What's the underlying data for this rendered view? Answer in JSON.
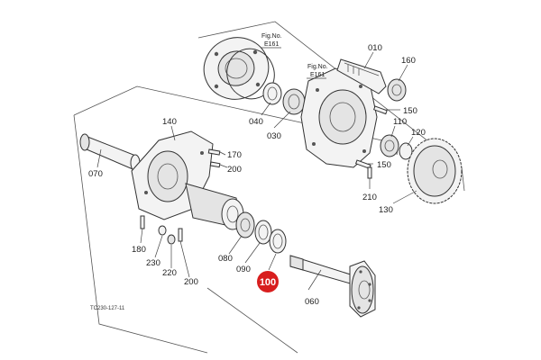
{
  "diagram": {
    "fig_refs": [
      {
        "line1": "Fig.No.",
        "line2": "E161"
      },
      {
        "line1": "Fig.No.",
        "line2": "E161"
      }
    ],
    "callouts": [
      {
        "label": "010"
      },
      {
        "label": "160"
      },
      {
        "label": "150"
      },
      {
        "label": "040"
      },
      {
        "label": "030"
      },
      {
        "label": "110"
      },
      {
        "label": "120"
      },
      {
        "label": "150"
      },
      {
        "label": "210"
      },
      {
        "label": "130"
      },
      {
        "label": "140"
      },
      {
        "label": "170"
      },
      {
        "label": "200"
      },
      {
        "label": "070"
      },
      {
        "label": "180"
      },
      {
        "label": "230"
      },
      {
        "label": "220"
      },
      {
        "label": "200"
      },
      {
        "label": "080"
      },
      {
        "label": "090"
      },
      {
        "label": "060"
      }
    ],
    "highlight": {
      "label": "100",
      "color": "#d81e1e"
    },
    "footer_code": "TC230-127-11"
  }
}
